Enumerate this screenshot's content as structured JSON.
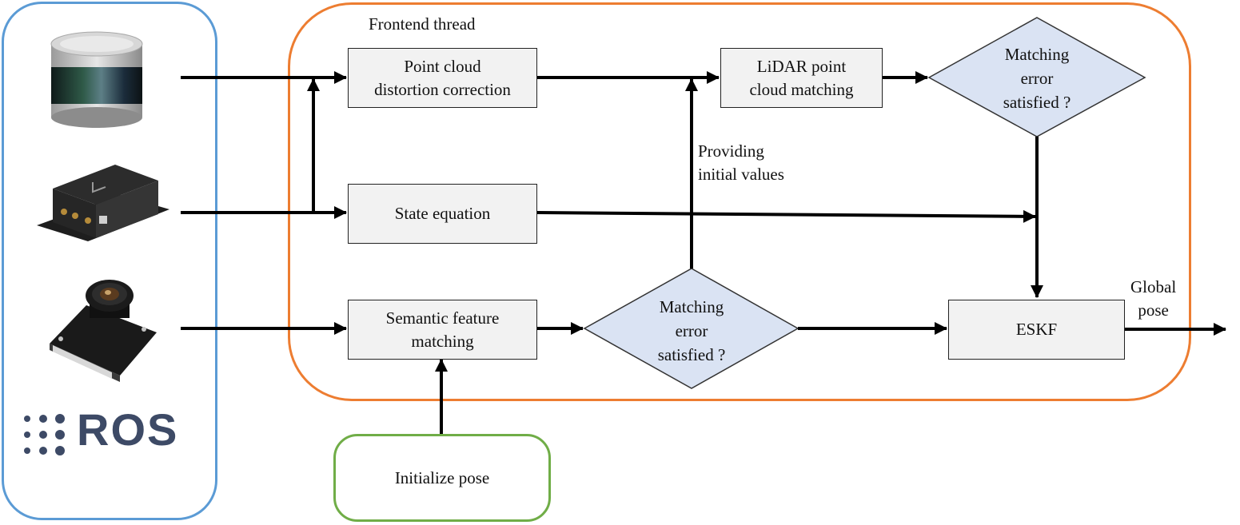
{
  "groups": {
    "frontend_thread": "Frontend thread"
  },
  "boxes": {
    "distortion": "Point cloud\ndistortion correction",
    "lidar_matching": "LiDAR point\ncloud matching",
    "state_equation": "State equation",
    "semantic_matching": "Semantic feature\nmatching",
    "eskf": "ESKF",
    "initialize_pose": "Initialize  pose"
  },
  "decisions": {
    "upper": "Matching\nerror\nsatisfied ?",
    "lower": "Matching\nerror\nsatisfied ?"
  },
  "annotations": {
    "initial_values": "Providing\ninitial  values",
    "global_pose": "Global\npose"
  },
  "sensors": {
    "ros_logo": "ROS"
  },
  "colors": {
    "sensor_group": "#5b9bd5",
    "frontend_group": "#ed7d31",
    "init_group": "#70ad47",
    "box_fill": "#f2f2f2",
    "diamond_fill": "#dae3f3"
  }
}
